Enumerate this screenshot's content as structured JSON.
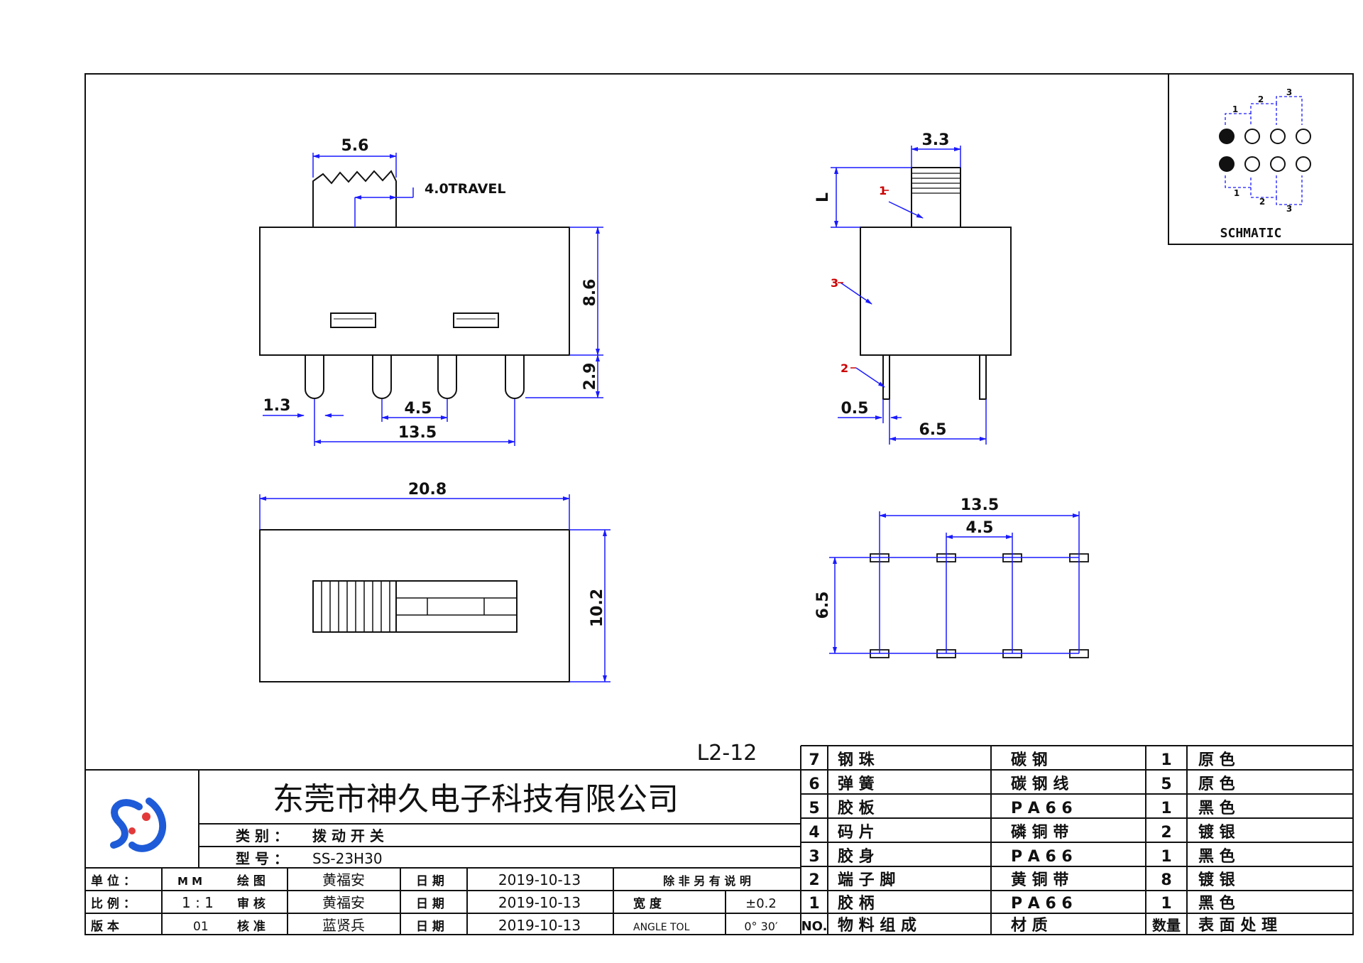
{
  "views": {
    "front": {
      "dim_width_top": "5.6",
      "dim_travel": "4.0TRAVEL",
      "dim_body_height": "8.6",
      "dim_pin_length": "2.9",
      "dim_pin_dia": "1.3",
      "dim_pitch": "4.5",
      "dim_span": "13.5"
    },
    "side": {
      "dim_knob_width": "3.3",
      "dim_L": "L",
      "callout_1": "1",
      "callout_3": "3",
      "callout_2": "2",
      "dim_pin_thk": "0.5",
      "dim_pin_spacing": "6.5"
    },
    "top": {
      "dim_length": "20.8",
      "dim_width": "10.2"
    },
    "footprint": {
      "dim_span": "13.5",
      "dim_pitch": "4.5",
      "dim_row": "6.5"
    },
    "schematic": {
      "title": "SCHMATIC",
      "labels_top": [
        "1",
        "2",
        "3"
      ],
      "labels_bottom": [
        "1",
        "2",
        "3"
      ]
    }
  },
  "title_block": {
    "part_code": "L2-12",
    "company": "东莞市神久电子科技有限公司",
    "category_label": "类 别 ：",
    "category_value": "拨 动 开 关",
    "model_label": "型 号 ：",
    "model_value": "SS-23H30",
    "info_rows": [
      [
        "单 位 ：",
        "M M",
        "绘 图",
        "黄福安",
        "日 期",
        "2019-10-13",
        "除 非 另 有 说 明",
        ""
      ],
      [
        "比 例 ：",
        "1 : 1",
        "审 核",
        "黄福安",
        "日 期",
        "2019-10-13",
        "宽 度",
        "±0.2"
      ],
      [
        "版 本",
        "01",
        "核 准",
        "蓝贤兵",
        "日 期",
        "2019-10-13",
        "ANGLE TOL",
        "0° 30′"
      ]
    ]
  },
  "bom": {
    "rows": [
      [
        "7",
        "钢 珠",
        "碳 钢",
        "1",
        "原 色"
      ],
      [
        "6",
        "弹 簧",
        "碳 钢 线",
        "5",
        "原 色"
      ],
      [
        "5",
        "胶 板",
        "P A 6 6",
        "1",
        "黑 色"
      ],
      [
        "4",
        "码 片",
        "磷 铜 带",
        "2",
        "镀 银"
      ],
      [
        "3",
        "胶 身",
        "P A 6 6",
        "1",
        "黑 色"
      ],
      [
        "2",
        "端 子 脚",
        "黄 铜 带",
        "8",
        "镀 银"
      ],
      [
        "1",
        "胶 柄",
        "P A 6 6",
        "1",
        "黑 色"
      ]
    ],
    "header": [
      "NO.",
      "物 料 组 成",
      "材 质",
      "数量",
      "表 面 处 理"
    ]
  },
  "colors": {
    "line": "#111111",
    "dim": "#1a1aff",
    "callout": "#cc0000",
    "logo_blue": "#1e5bd8",
    "logo_red": "#e23a3a"
  }
}
